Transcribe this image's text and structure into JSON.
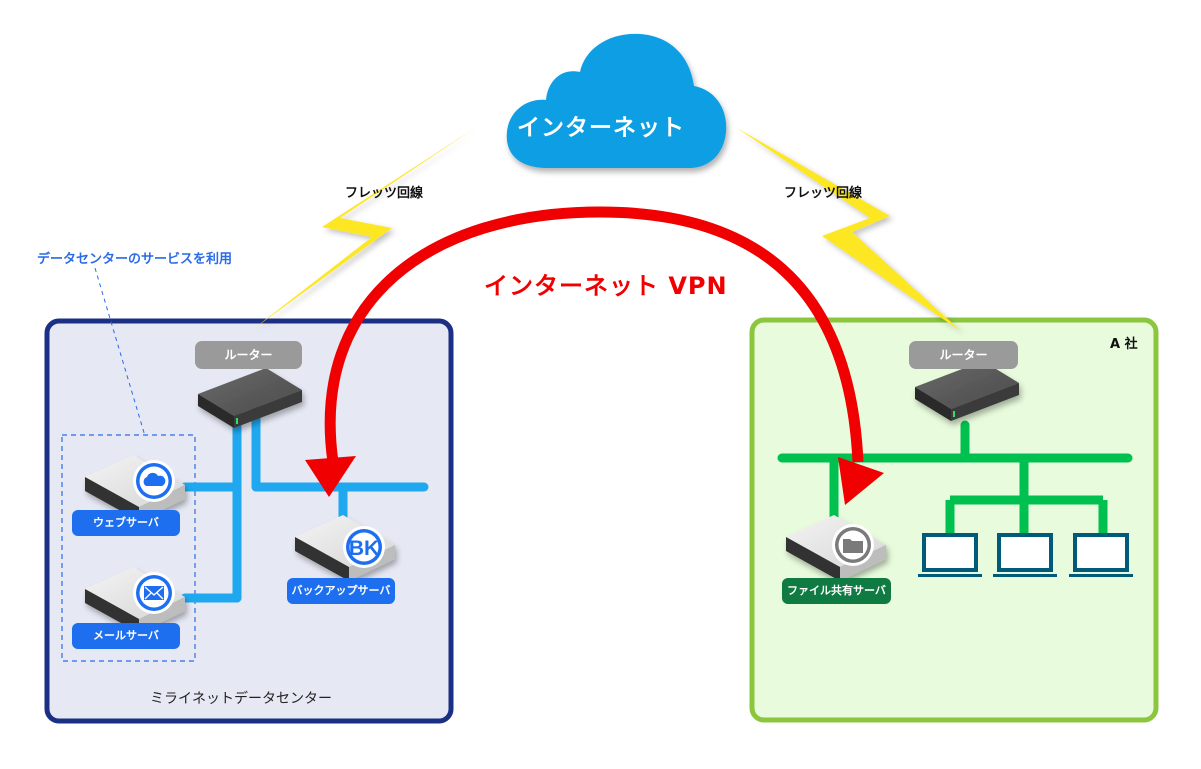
{
  "cloud": {
    "label": "インターネット",
    "color": "#0a9ee3"
  },
  "lines": {
    "left_label": "フレッツ回線",
    "right_label": "フレッツ回線",
    "bolt_color": "#fce722"
  },
  "vpn": {
    "label": "インターネット VPN",
    "color": "#f00000"
  },
  "datacenter": {
    "note": "データセンターのサービスを利用",
    "name": "ミライネットデータセンター",
    "border_color": "#1b2f85",
    "fill_color": "#e6e9f4",
    "network_color": "#1fa8ef",
    "router": {
      "label": "ルーター"
    },
    "servers": [
      {
        "label": "ウェブサーバ",
        "icon": "cloud-icon"
      },
      {
        "label": "メールサーバ",
        "icon": "mail-icon"
      },
      {
        "label": "バックアップサーバ",
        "icon": "backup-icon",
        "badge": "BK"
      }
    ]
  },
  "company": {
    "name": "A 社",
    "border_color": "#8cc63e",
    "fill_color": "#e8fbdc",
    "network_color": "#00c04f",
    "router": {
      "label": "ルーター"
    },
    "server": {
      "label": "ファイル共有サーバ",
      "icon": "folder-icon"
    },
    "clients": [
      {
        "type": "laptop"
      },
      {
        "type": "laptop"
      },
      {
        "type": "laptop"
      }
    ]
  }
}
